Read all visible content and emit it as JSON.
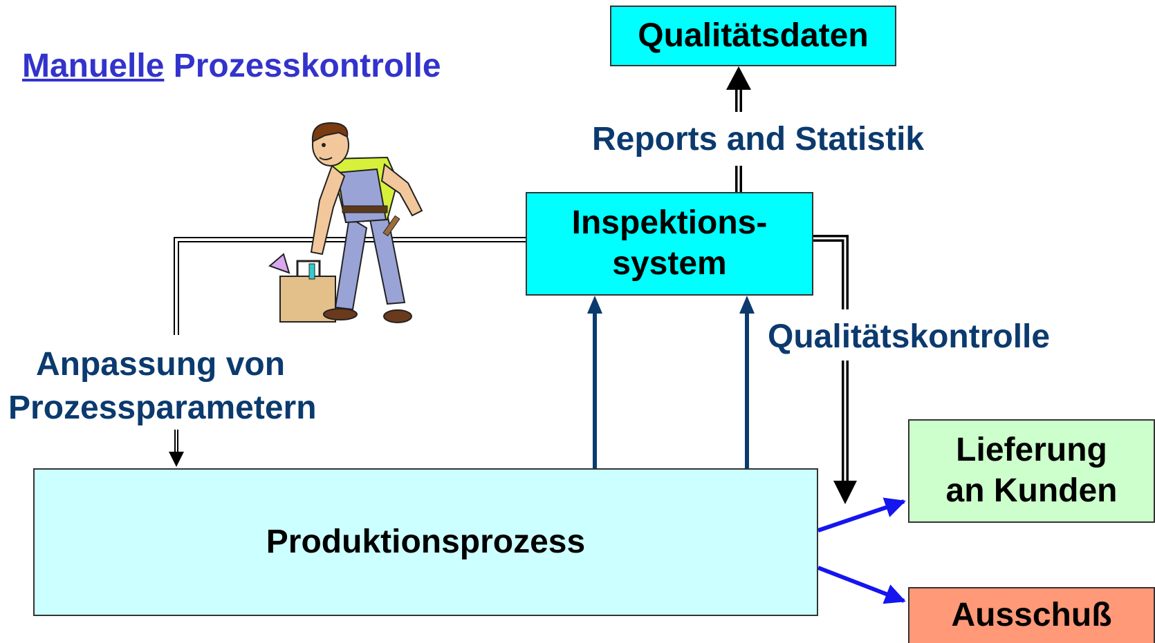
{
  "title": {
    "underlined": "Manuelle",
    "rest": " Prozesskontrolle"
  },
  "boxes": {
    "qualitaetsdaten": "Qualitätsdaten",
    "inspektion_line1": "Inspektions-",
    "inspektion_line2": "system",
    "produktion": "Produktionsprozess",
    "lieferung_line1": "Lieferung",
    "lieferung_line2": "an Kunden",
    "ausschuss": "Ausschuß"
  },
  "labels": {
    "reports": "Reports and Statistik",
    "qualitaetskontrolle": "Qualitätskontrolle",
    "anpassung_line1": "Anpassung von",
    "anpassung_line2": "Prozessparametern"
  },
  "colors": {
    "title": "#3333cc",
    "label": "#0b3a6e",
    "cyan_box": "#00ffff",
    "light_cyan_box": "#ccffff",
    "green_box": "#ccffcc",
    "salmon_box": "#ff9977",
    "blue_arrow": "#1515ee",
    "navy_arrow": "#0b3a6e"
  },
  "icons": {
    "worker": "worker-with-toolbox-icon"
  }
}
